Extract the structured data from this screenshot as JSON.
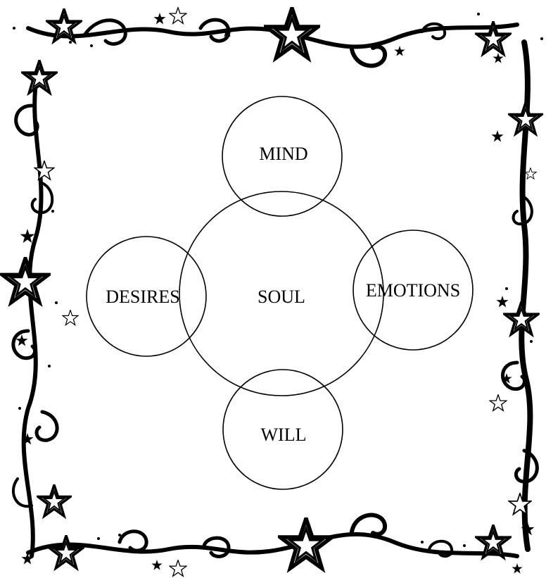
{
  "diagram": {
    "center": {
      "label": "SOUL"
    },
    "nodes": [
      {
        "id": "mind",
        "label": "MIND"
      },
      {
        "id": "desires",
        "label": "DESIRES"
      },
      {
        "id": "emotions",
        "label": "EMOTIONS"
      },
      {
        "id": "will",
        "label": "WILL"
      }
    ]
  },
  "colors": {
    "ink": "#000000",
    "paper": "#ffffff"
  },
  "decoration": {
    "frame": "swirl-and-star-border",
    "icons": [
      "star-icon",
      "swirl-icon"
    ]
  }
}
